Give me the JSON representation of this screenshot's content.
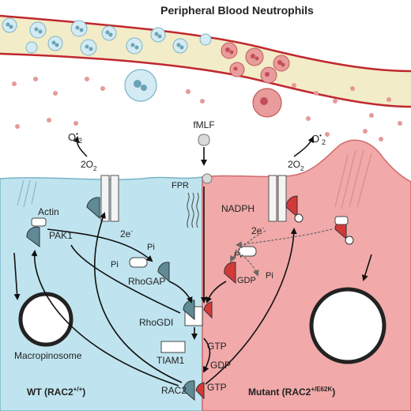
{
  "title": "Peripheral Blood Neutrophils",
  "stimulus": "fMLF",
  "receptor": "FPR",
  "superoxide": "O",
  "superoxide_sup": "•",
  "superoxide_sub": "2",
  "oxygen_left": "2O",
  "oxygen_right": "2O",
  "oxygen_sub": "2",
  "electrons": "2e",
  "electrons_sup": "-",
  "actin": "Actin",
  "pak1": "PAK1",
  "pi": "Pi",
  "rhogap": "RhoGAP",
  "rhogdi": "RhoGDI",
  "macropinosome": "Macropinosome",
  "tiam1": "TIAM1",
  "gtp": "GTP",
  "gdp": "GDP",
  "rac2": "RAC2",
  "nadph": "NADPH",
  "wt_label": "WT (RAC2",
  "wt_sup": "+/+",
  "wt_close": ")",
  "mutant_label": "Mutant (RAC2",
  "mutant_sup": "+/E62K",
  "mutant_close": ")",
  "colors": {
    "wt_cell": "#bfe4ef",
    "mutant_cell": "#f1a9a9",
    "vessel": "#f2ecc8",
    "vessel_wall": "#c0282f",
    "neutrophil": "#d4ebf3",
    "activated": "#e89c9c",
    "platelet": "#e59a98"
  }
}
